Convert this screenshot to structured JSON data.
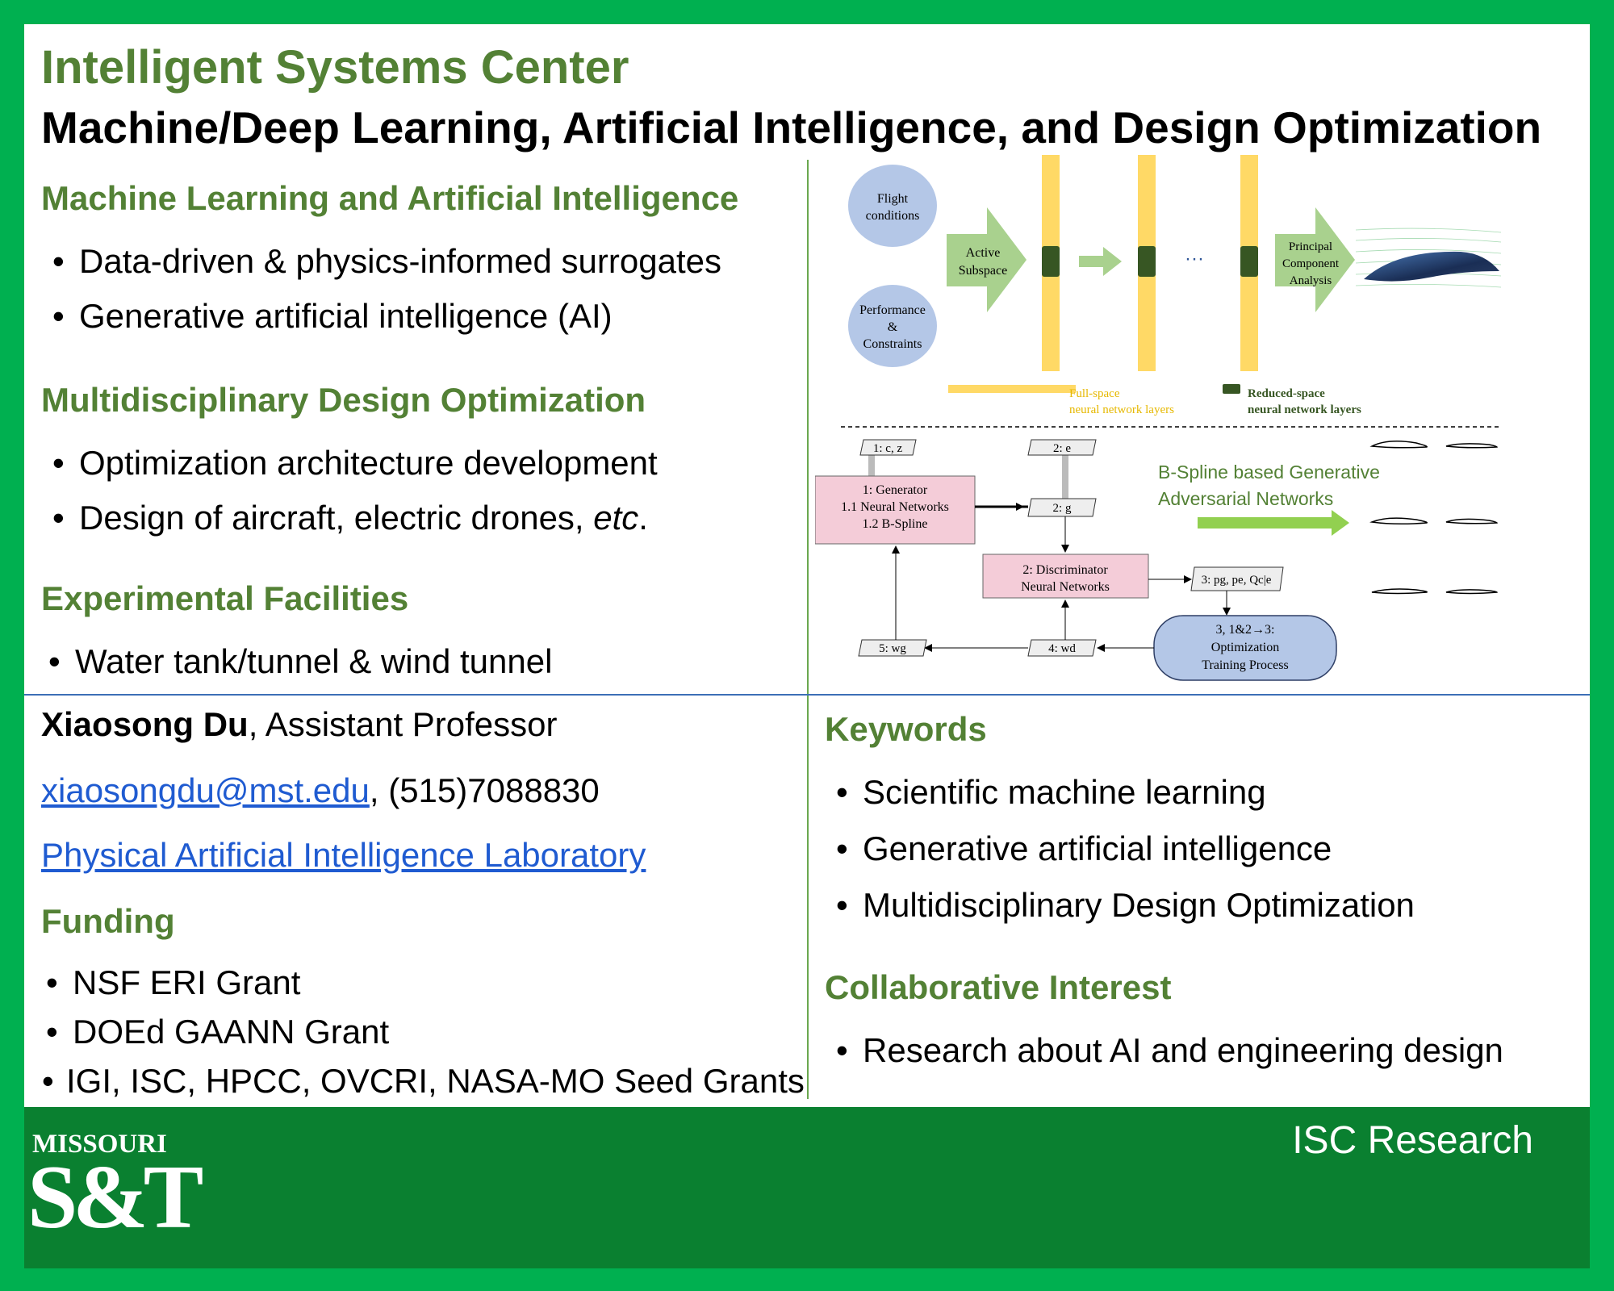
{
  "header": {
    "org": "Intelligent Systems Center",
    "title": "Machine/Deep Learning, Artificial Intelligence, and Design Optimization"
  },
  "sections": {
    "ml": {
      "heading": "Machine Learning and Artificial Intelligence",
      "items": [
        "Data-driven & physics-informed surrogates",
        "Generative artificial intelligence (AI)"
      ]
    },
    "mdo": {
      "heading": "Multidisciplinary Design Optimization",
      "item1": "Optimization architecture development",
      "item2_text": "Design of aircraft, electric drones, ",
      "item2_italic": "etc",
      "item2_end": "."
    },
    "exp": {
      "heading": "Experimental Facilities",
      "items": [
        "Water tank/tunnel & wind tunnel"
      ]
    }
  },
  "contact": {
    "name": "Xiaosong Du",
    "role": ", Assistant Professor",
    "email": "xiaosongdu@mst.edu",
    "phone": ", (515)7088830",
    "lab": "Physical Artificial Intelligence Laboratory"
  },
  "funding": {
    "heading": "Funding",
    "items": [
      "NSF ERI Grant",
      "DOEd GAANN Grant",
      "IGI, ISC, HPCC, OVCRI, NASA-MO Seed Grants"
    ]
  },
  "keywords": {
    "heading": "Keywords",
    "items": [
      "Scientific machine learning",
      "Generative artificial intelligence",
      "Multidisciplinary Design Optimization"
    ]
  },
  "collab": {
    "heading": "Collaborative Interest",
    "items": [
      "Research about AI and engineering design"
    ]
  },
  "figure_top": {
    "flight": [
      "Flight",
      "conditions"
    ],
    "perf": [
      "Performance",
      "&",
      "Constraints"
    ],
    "active": [
      "Active",
      "Subspace"
    ],
    "pca": [
      "Principal",
      "Component",
      "Analysis"
    ],
    "dots": "···",
    "legend_full": [
      "Full-space",
      "neural network layers"
    ],
    "legend_reduced": [
      "Reduced-space",
      "neural network layers"
    ]
  },
  "figure_bottom": {
    "n1": "1:  c, z",
    "n2e": "2:  e",
    "gen": [
      "1:  Generator",
      "1.1 Neural Networks",
      "1.2 B-Spline"
    ],
    "n2g": "2:  g",
    "disc": [
      "2:  Discriminator",
      "Neural Networks"
    ],
    "n3": "3:  pg, pe, Qc|e",
    "opt": [
      "3, 1&2→3:",
      "Optimization",
      "Training Process"
    ],
    "n4": "4:  wd",
    "n5": "5:  wg",
    "bspline_label": [
      "B-Spline based Generative",
      "Adversarial Networks"
    ]
  },
  "footer": {
    "logo_top": "MISSOURI",
    "logo_main": "S&T",
    "right": "ISC Research"
  },
  "colors": {
    "border": "#00b050",
    "accent": "#538135",
    "footer": "#0a8030",
    "link": "#1f5bd1",
    "yellow": "#ffd966",
    "darkgreen": "#375623",
    "pink": "#f4ccd8",
    "lightblue": "#b4c7e7"
  }
}
